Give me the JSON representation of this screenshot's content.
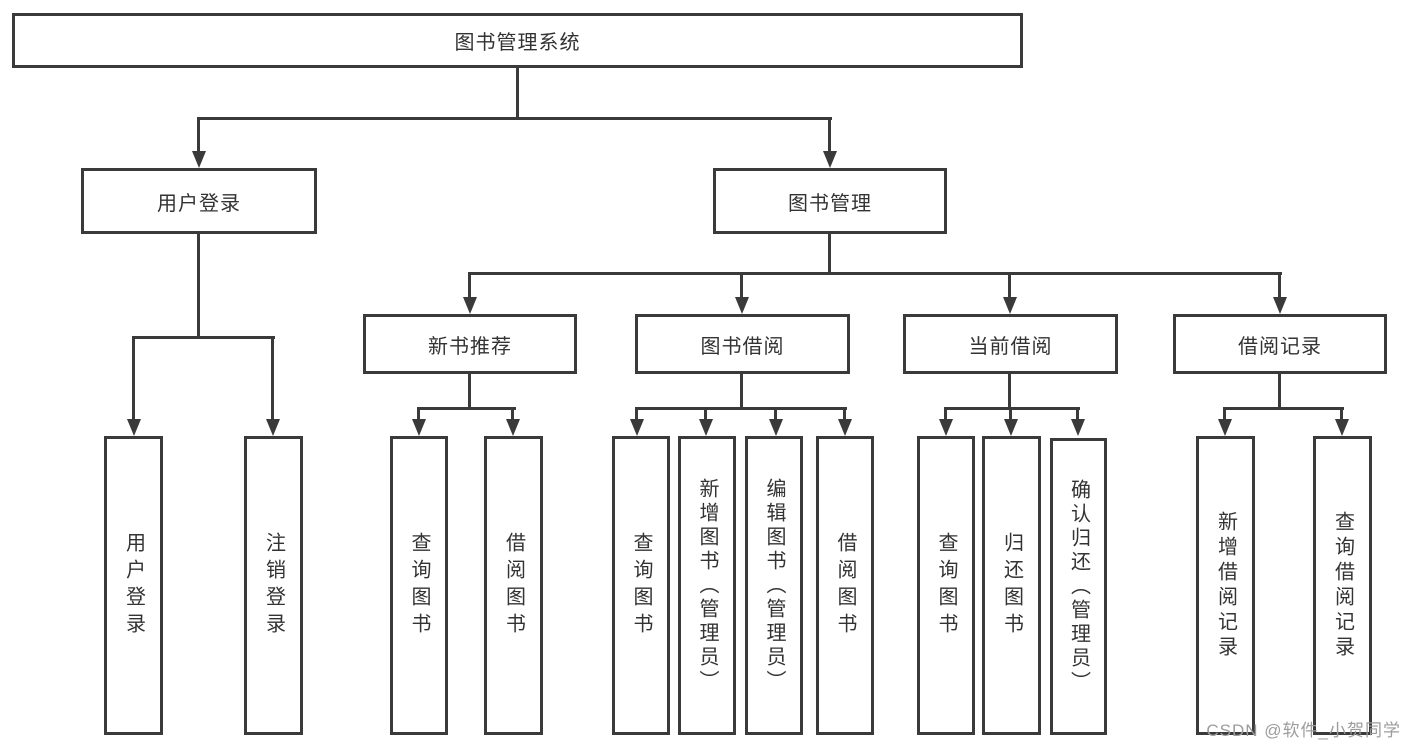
{
  "colors": {
    "line": "#3a3a3a",
    "text": "#333333",
    "watermark": "#9c9c9c",
    "background": "#ffffff"
  },
  "watermark": {
    "text": "CSDN @软件_小贺同学"
  },
  "tree": {
    "label": "图书管理系统",
    "children": [
      {
        "label": "用户登录",
        "children": [
          {
            "label": "用户登录"
          },
          {
            "label": "注销登录"
          }
        ]
      },
      {
        "label": "图书管理",
        "children": [
          {
            "label": "新书推荐",
            "children": [
              {
                "label": "查询图书"
              },
              {
                "label": "借阅图书"
              }
            ]
          },
          {
            "label": "图书借阅",
            "children": [
              {
                "label": "查询图书"
              },
              {
                "label": "新增图书（管理员）"
              },
              {
                "label": "编辑图书（管理员）"
              },
              {
                "label": "借阅图书"
              }
            ]
          },
          {
            "label": "当前借阅",
            "children": [
              {
                "label": "查询图书"
              },
              {
                "label": "归还图书"
              },
              {
                "label": "确认归还（管理员）"
              }
            ]
          },
          {
            "label": "借阅记录",
            "children": [
              {
                "label": "新增借阅记录"
              },
              {
                "label": "查询借阅记录"
              }
            ]
          }
        ]
      }
    ]
  }
}
